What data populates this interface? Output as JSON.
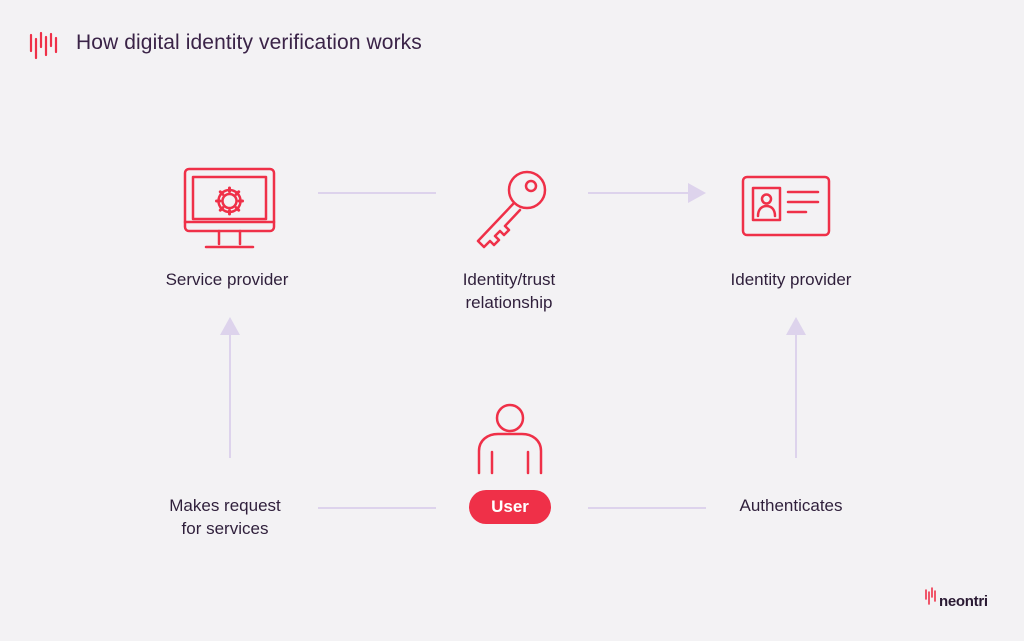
{
  "header": {
    "title": "How digital identity verification works"
  },
  "nodes": {
    "service_provider": "Service provider",
    "trust_line1": "Identity/trust",
    "trust_line2": "relationship",
    "identity_provider": "Identity provider",
    "makes_line1": "Makes request",
    "makes_line2": "for services",
    "authenticates": "Authenticates",
    "user": "User"
  },
  "brand": {
    "name": "neontri"
  },
  "icons": [
    "waveform-logo-icon",
    "monitor-gear-icon",
    "key-icon",
    "id-card-icon",
    "person-icon"
  ],
  "colors": {
    "background": "#f3f2f4",
    "accent": "#ef3048",
    "text": "#2f1f3b",
    "arrows": "#ddd3ec"
  }
}
